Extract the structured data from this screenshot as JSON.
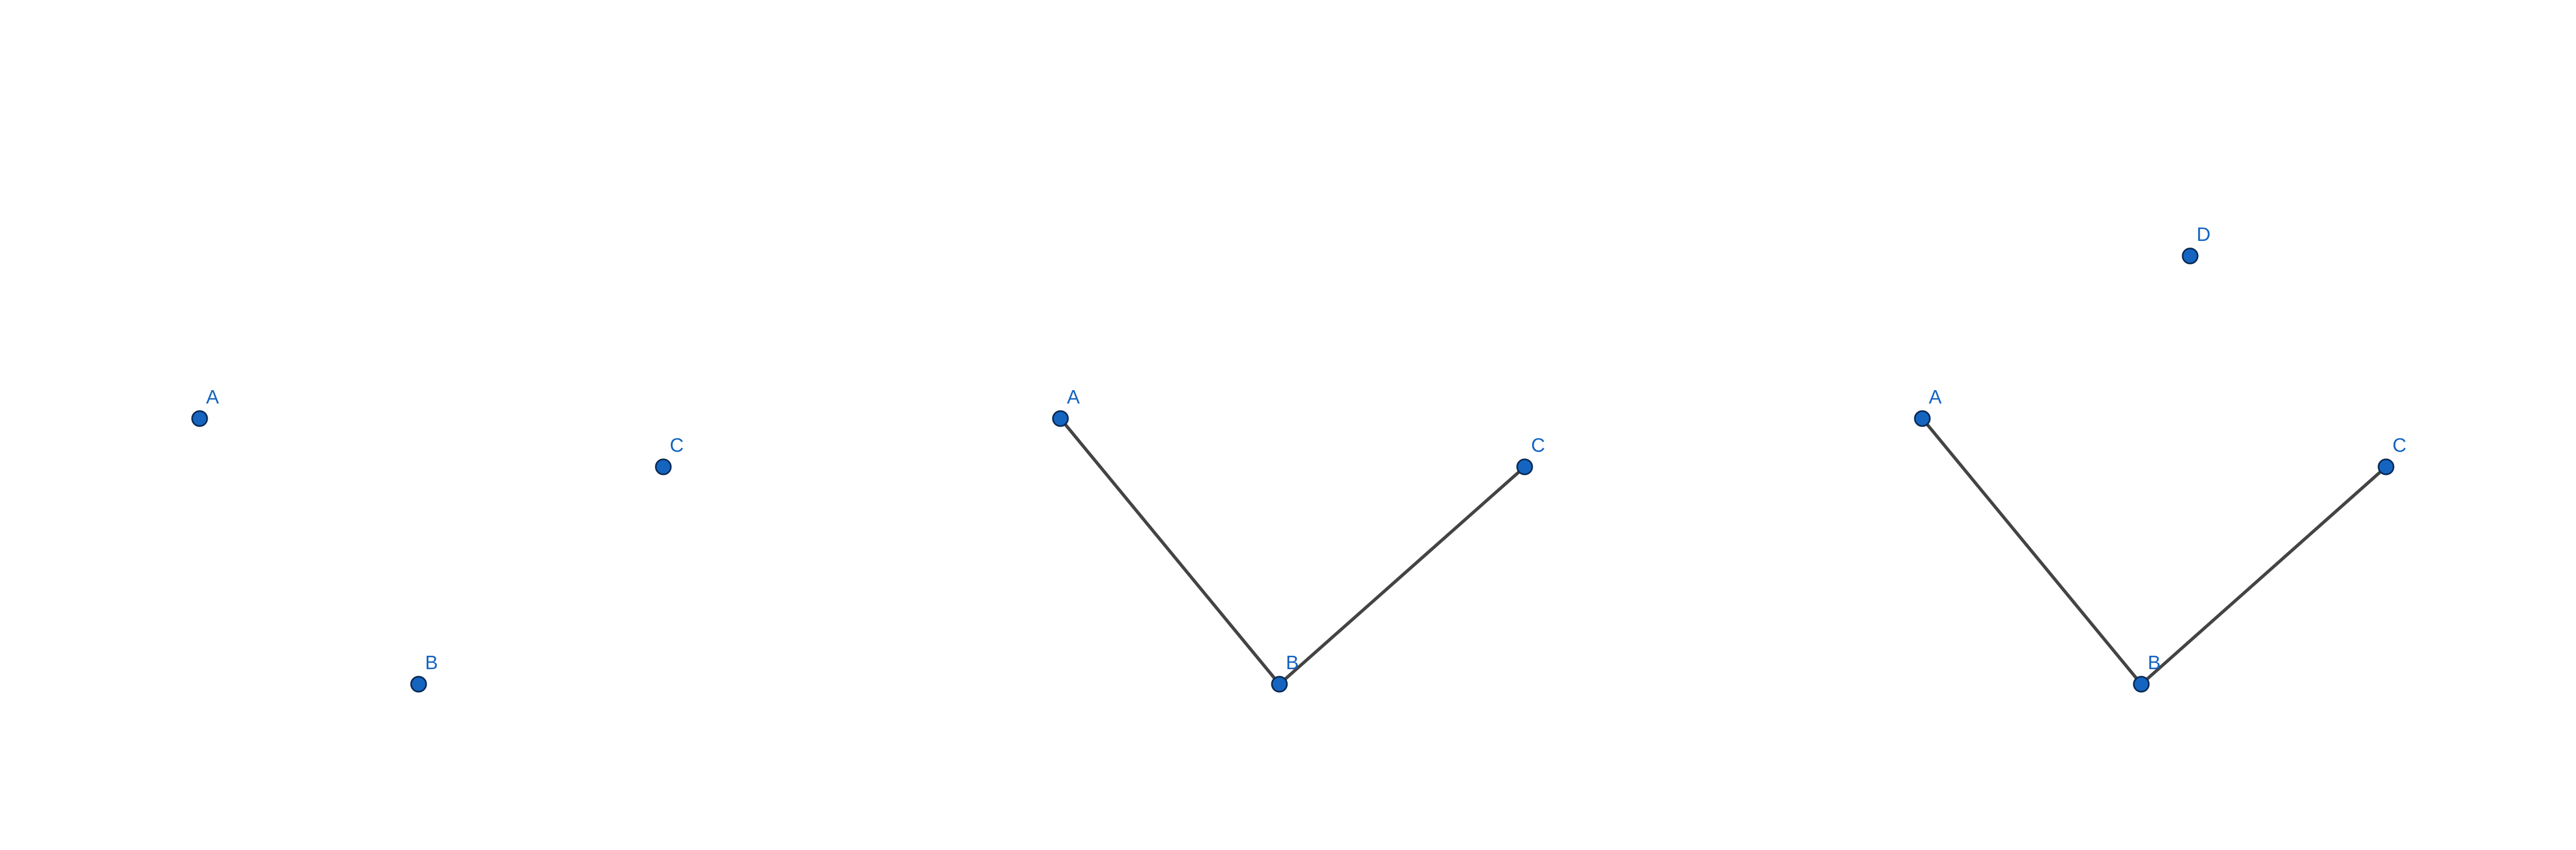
{
  "colors": {
    "background": "#ffffff",
    "point_fill": "#1565c0",
    "point_stroke": "#0a2a55",
    "segment": "#444444",
    "label": "#1565c0"
  },
  "panels": [
    {
      "name": "panel-1",
      "points": [
        {
          "label": "A"
        },
        {
          "label": "B"
        },
        {
          "label": "C"
        }
      ],
      "segments": []
    },
    {
      "name": "panel-2",
      "points": [
        {
          "label": "A"
        },
        {
          "label": "B"
        },
        {
          "label": "C"
        }
      ],
      "segments": [
        {
          "from": "A",
          "to": "B"
        },
        {
          "from": "B",
          "to": "C"
        }
      ]
    },
    {
      "name": "panel-3",
      "points": [
        {
          "label": "A"
        },
        {
          "label": "B"
        },
        {
          "label": "C"
        },
        {
          "label": "D"
        }
      ],
      "segments": [
        {
          "from": "A",
          "to": "B"
        },
        {
          "from": "B",
          "to": "C"
        }
      ]
    }
  ]
}
